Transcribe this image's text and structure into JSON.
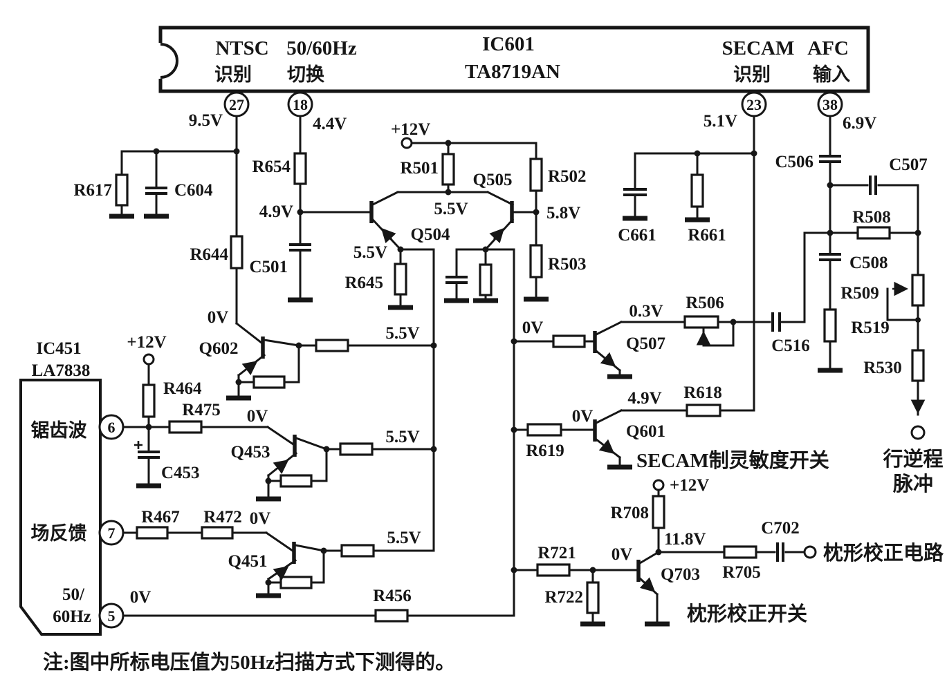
{
  "ic601": {
    "ref": "IC601",
    "part": "TA8719AN",
    "fn": {
      "ntsc1": "NTSC",
      "ntsc2": "识别",
      "sw1": "50/60Hz",
      "sw2": "切换",
      "secam1": "SECAM",
      "secam2": "识别",
      "afc1": "AFC",
      "afc2": "输入"
    },
    "pins": {
      "p27": "27",
      "p18": "18",
      "p23": "23",
      "p38": "38"
    },
    "pin_voltages": {
      "p27": "9.5V",
      "p18": "4.4V",
      "p23": "5.1V",
      "p38": "6.9V"
    }
  },
  "ic451": {
    "ref": "IC451",
    "part": "LA7838",
    "pins": {
      "p6": "6",
      "p7": "7",
      "p5": "5"
    },
    "fn": {
      "p6": "锯齿波",
      "p7": "场反馈",
      "p5a": "50/",
      "p5b": "60Hz"
    }
  },
  "refs": {
    "r617": "R617",
    "c604": "C604",
    "r654": "R654",
    "r644": "R644",
    "c501": "C501",
    "r645": "R645",
    "r501": "R501",
    "q504": "Q504",
    "q505": "Q505",
    "r502": "R502",
    "r503": "R503",
    "c661": "C661",
    "r661": "R661",
    "c506": "C506",
    "c507": "C507",
    "r508": "R508",
    "c508": "C508",
    "r509": "R509",
    "r519": "R519",
    "r530": "R530",
    "c516": "C516",
    "r506": "R506",
    "q507": "Q507",
    "r618": "R618",
    "q601": "Q601",
    "r619": "R619",
    "q602": "Q602",
    "r464": "R464",
    "r475": "R475",
    "c453": "C453",
    "q453": "Q453",
    "r467": "R467",
    "r472": "R472",
    "q451": "Q451",
    "r456": "R456",
    "r721": "R721",
    "r722": "R722",
    "r708": "R708",
    "q703": "Q703",
    "r705": "R705",
    "c702": "C702"
  },
  "volt": {
    "v12_top": "+12V",
    "v12_left": "+12V",
    "v12_bot": "+12V",
    "v49_node": "4.9V",
    "v55_pair": "5.5V",
    "v58": "5.8V",
    "v55_r645": "5.5V",
    "v55_q602": "5.5V",
    "v55_q453": "5.5V",
    "v55_q451": "5.5V",
    "v0_q602": "0V",
    "v0_q453": "0V",
    "v0_q451": "0V",
    "v0_pin5": "0V",
    "v0_q507": "0V",
    "v0_q601": "0V",
    "v0_q703": "0V",
    "v03": "0.3V",
    "v49_q601": "4.9V",
    "v118": "11.8V"
  },
  "text": {
    "secam_switch": "SECAM制灵敏度开关",
    "pincushion_circuit": "枕形校正电路",
    "pincushion_switch": "枕形校正开关",
    "retrace1": "行逆程",
    "retrace2": "脉冲",
    "note": "注:图中所标电压值为50Hz扫描方式下测得的。"
  }
}
